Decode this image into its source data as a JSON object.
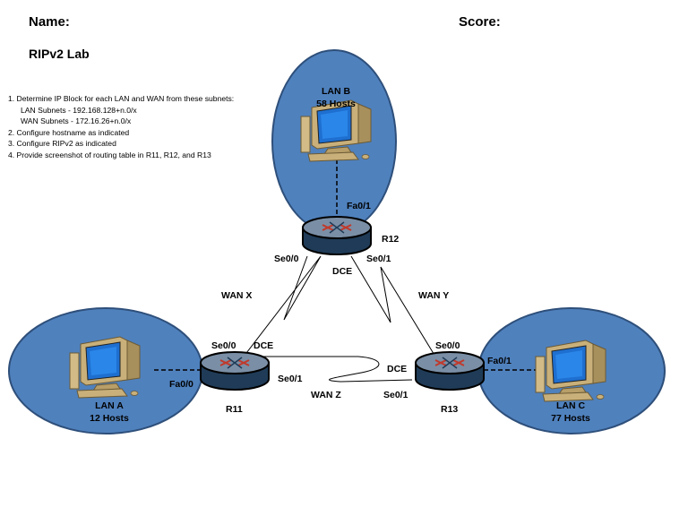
{
  "header": {
    "name_label": "Name:",
    "score_label": "Score:",
    "lab_title": "RIPv2 Lab"
  },
  "instructions": [
    "1. Determine IP Block for each LAN and WAN from these subnets:",
    "LAN Subnets - 192.168.128+n.0/x",
    "WAN Subnets - 172.16.26+n.0/x",
    "2. Configure hostname as indicated",
    "3. Configure RIPv2 as indicated",
    "4. Provide screenshot of routing table in R11, R12, and R13"
  ],
  "colors": {
    "lan_fill": "#4F81BD",
    "lan_stroke": "#2E4F7A",
    "router_body": "#1F3B57",
    "router_top": "#7A8FA6",
    "link": "#000000"
  },
  "lans": {
    "lan_a": {
      "name": "LAN A",
      "hosts": "12 Hosts",
      "icon": "computer-icon"
    },
    "lan_b": {
      "name": "LAN B",
      "hosts": "58 Hosts",
      "icon": "computer-icon"
    },
    "lan_c": {
      "name": "LAN C",
      "hosts": "77 Hosts",
      "icon": "computer-icon"
    }
  },
  "routers": {
    "r11": {
      "name": "R11",
      "icon": "router-icon"
    },
    "r12": {
      "name": "R12",
      "icon": "router-icon"
    },
    "r13": {
      "name": "R13",
      "icon": "router-icon"
    }
  },
  "links": {
    "wan_x": "WAN X",
    "wan_y": "WAN Y",
    "wan_z": "WAN Z"
  },
  "interfaces": {
    "r12_fa": "Fa0/1",
    "r12_se0": "Se0/0",
    "r12_se1": "Se0/1",
    "r12_dce": "DCE",
    "r11_se0": "Se0/0",
    "r11_dce": "DCE",
    "r11_se1": "Se0/1",
    "r11_fa": "Fa0/0",
    "r13_se0": "Se0/0",
    "r13_fa": "Fa0/1",
    "r13_dce": "DCE",
    "r13_se1": "Se0/1"
  }
}
